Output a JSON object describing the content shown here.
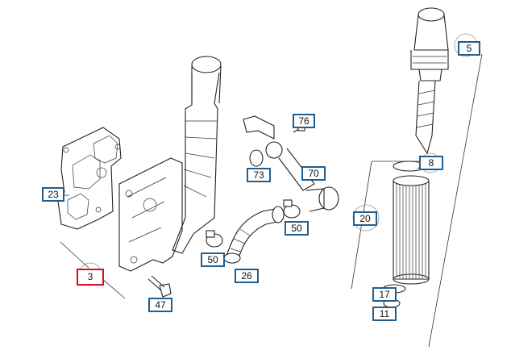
{
  "diagram": {
    "callouts": [
      {
        "key": "c76",
        "label": "76",
        "selected": false
      },
      {
        "key": "c5",
        "label": "5",
        "selected": false
      },
      {
        "key": "c8",
        "label": "8",
        "selected": false
      },
      {
        "key": "c73",
        "label": "73",
        "selected": false
      },
      {
        "key": "c70",
        "label": "70",
        "selected": false
      },
      {
        "key": "c23",
        "label": "23",
        "selected": false
      },
      {
        "key": "c20",
        "label": "20",
        "selected": false
      },
      {
        "key": "c50a",
        "label": "50",
        "selected": false
      },
      {
        "key": "c50b",
        "label": "50",
        "selected": false
      },
      {
        "key": "c26",
        "label": "26",
        "selected": false
      },
      {
        "key": "c3",
        "label": "3",
        "selected": true
      },
      {
        "key": "c17",
        "label": "17",
        "selected": false
      },
      {
        "key": "c47",
        "label": "47",
        "selected": false
      },
      {
        "key": "c11",
        "label": "11",
        "selected": false
      }
    ],
    "colors": {
      "callout_border": "#1f5e8f",
      "selected_border": "#d0101c",
      "line": "#222222"
    }
  }
}
